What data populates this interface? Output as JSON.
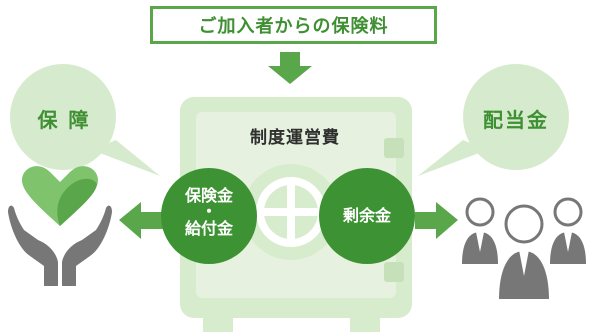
{
  "header_label": "ご加入者からの保険料",
  "left_bubble": "保 障",
  "right_bubble": "配当金",
  "safe_label": "制度運営費",
  "left_circle": {
    "line1": "保険金",
    "line2": "・",
    "line3": "給付金"
  },
  "right_circle": "剰余金",
  "colors": {
    "accent": "#5aa64a",
    "bubble": "#d6ebcd",
    "safe": "#d7ebcd",
    "circle": "#3d9333",
    "people": "#777777"
  },
  "icons": [
    "heart-hands-icon",
    "people-group-icon",
    "safe-icon"
  ]
}
